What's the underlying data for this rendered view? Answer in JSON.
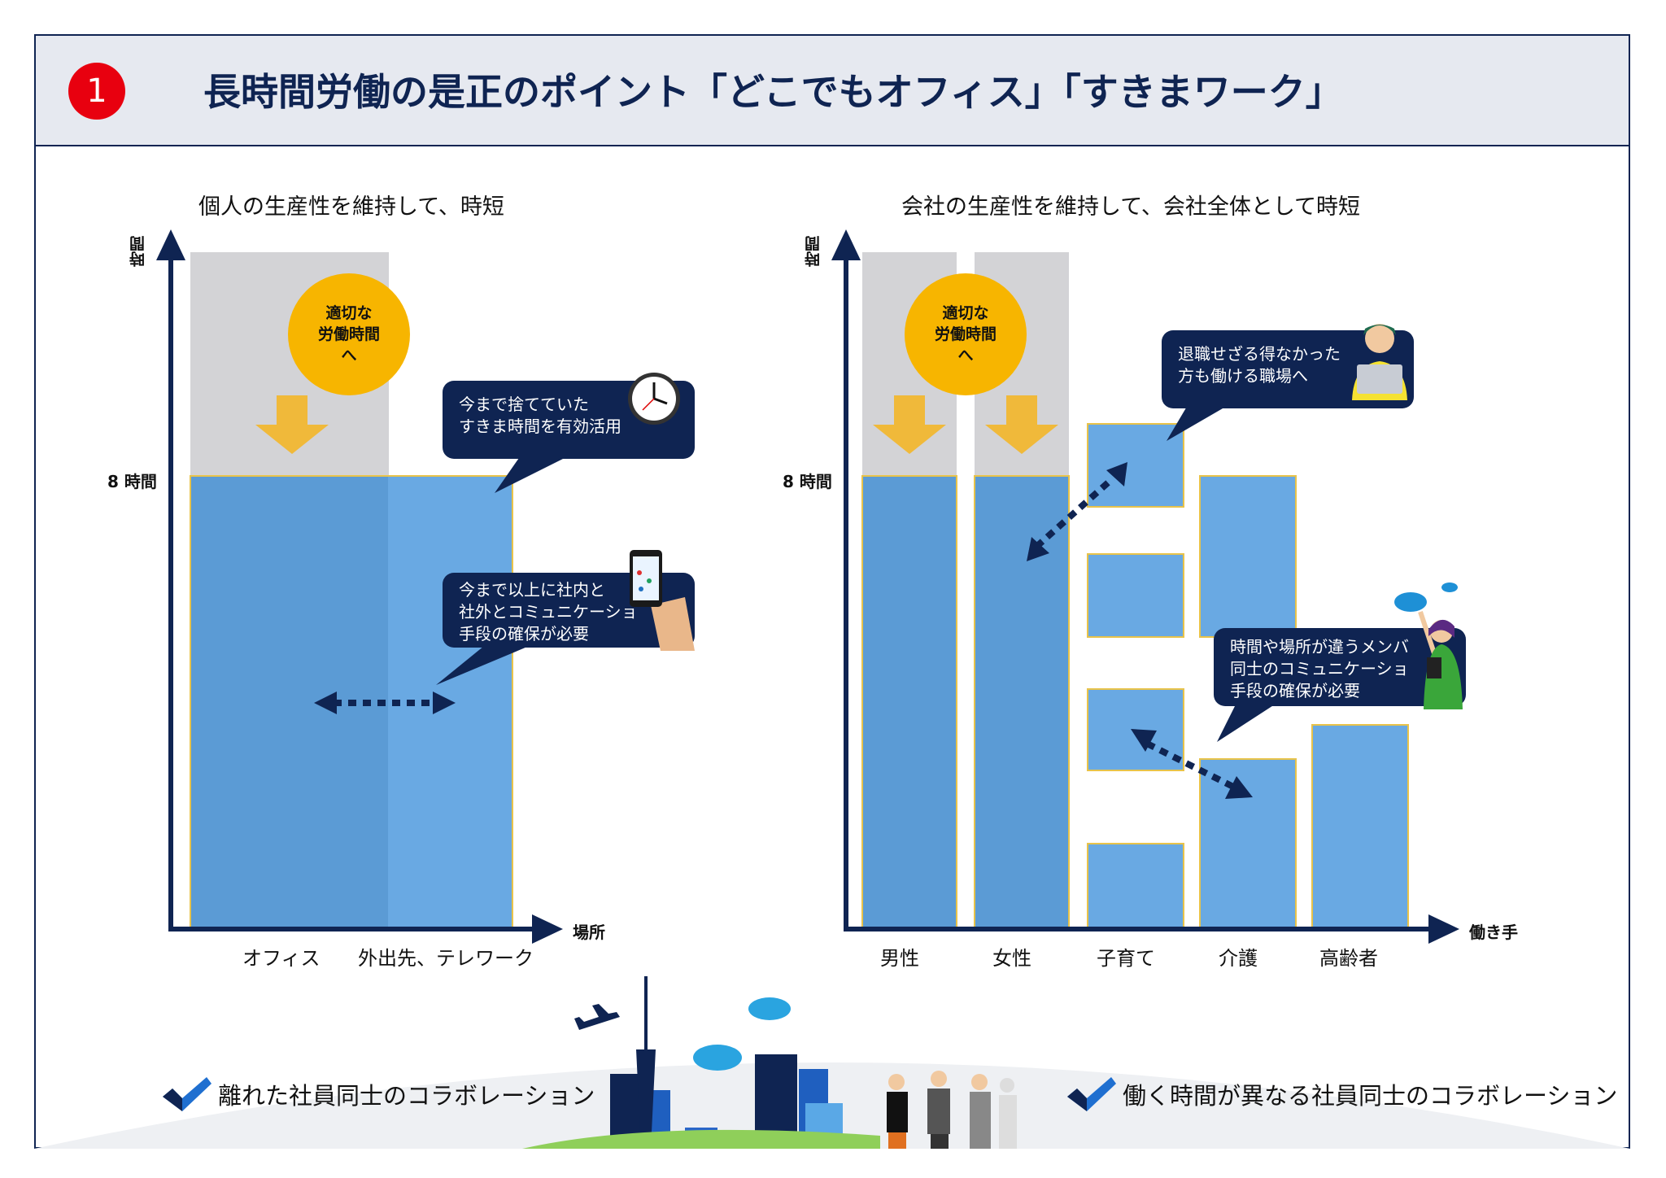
{
  "header": {
    "number": "1",
    "title": "長時間労働の是正のポイント「どこでもオフィス」「すきまワーク」"
  },
  "left_panel": {
    "subtitle": "個人の生産性を維持して、時短",
    "y_axis_label": "時間",
    "x_axis_label": "場所",
    "eight_hours_label": "8 時間",
    "categories": [
      "オフィス",
      "外出先、テレワーク"
    ],
    "circle_text": [
      "適切な",
      "労働時間",
      "へ"
    ],
    "bubble_time": [
      "今まで捨てていた",
      "すきま時間を有効活用"
    ],
    "bubble_comm": [
      "今まで以上に社内と",
      "社外とコミュニケーショ",
      "手段の確保が必要"
    ]
  },
  "right_panel": {
    "subtitle": "会社の生産性を維持して、会社全体として時短",
    "y_axis_label": "時間",
    "x_axis_label": "働き手",
    "eight_hours_label": "8 時間",
    "categories": [
      "男性",
      "女性",
      "子育て",
      "介護",
      "高齢者"
    ],
    "circle_text": [
      "適切な",
      "労働時間",
      "へ"
    ],
    "bubble_retire": [
      "退職せざる得なかった",
      "方も働ける職場へ"
    ],
    "bubble_comm": [
      "時間や場所が違うメンバ",
      "同士のコミュニケーショ",
      "手段の確保が必要"
    ]
  },
  "bottom": {
    "collab_left": "離れた社員同士のコラボレーション",
    "collab_right": "働く時間が異なる社員同士のコラボレーション"
  },
  "colors": {
    "navy": "#0f2452",
    "bar_blue": "#5b9bd5",
    "bar_border": "#e8c34a",
    "gray": "#d3d3d6",
    "circle": "#f7b500",
    "arrow": "#f0b93a",
    "red": "#e8000f"
  }
}
